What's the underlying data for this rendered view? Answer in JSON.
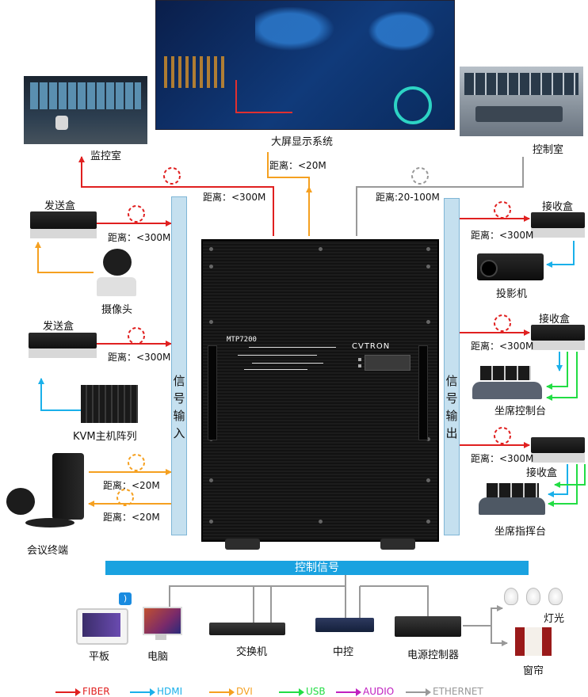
{
  "colors": {
    "fiber": "#e02020",
    "hdmi": "#1ab0ea",
    "dvi": "#f5a020",
    "usb": "#22dd44",
    "audio": "#c020c0",
    "ethernet": "#999999",
    "input_bar": "#c5e0ef",
    "control_bar": "#1aa2e0"
  },
  "top": {
    "screen_label": "大屏显示系统",
    "screen_distance": "距离：<20M",
    "monitor_room": "监控室",
    "monitor_distance": "距离：<300M",
    "control_room": "控制室",
    "control_distance": "距离:20-100M"
  },
  "left": {
    "sender1": "发送盒",
    "sender1_distance": "距离：<300M",
    "camera": "摄像头",
    "sender2": "发送盒",
    "sender2_distance": "距离：<300M",
    "kvm": "KVM主机阵列",
    "conf_distance1": "距离：<20M",
    "conf_distance2": "距离：<20M",
    "conference": "会议终端"
  },
  "input_bar_label": "信号输入",
  "output_bar_label": "信号输出",
  "matrix": {
    "model": "MTP7200",
    "brand": "CVTRON"
  },
  "right": {
    "receiver1": "接收盒",
    "receiver1_distance": "距离：<300M",
    "projector": "投影机",
    "receiver2": "接收盒",
    "receiver2_distance": "距离：<300M",
    "console": "坐席控制台",
    "receiver3": "接收盒",
    "receiver3_distance": "距离：<300M",
    "command": "坐席指挥台"
  },
  "control_signal": "控制信号",
  "bottom": {
    "tablet": "平板",
    "pc": "电脑",
    "switch": "交换机",
    "central": "中控",
    "power": "电源控制器",
    "light": "灯光",
    "curtain": "窗帘"
  },
  "legend": [
    {
      "label": "FIBER",
      "color": "#e02020"
    },
    {
      "label": "HDMI",
      "color": "#1ab0ea"
    },
    {
      "label": "DVI",
      "color": "#f5a020"
    },
    {
      "label": "USB",
      "color": "#22dd44"
    },
    {
      "label": "AUDIO",
      "color": "#c020c0"
    },
    {
      "label": "ETHERNET",
      "color": "#999999"
    }
  ]
}
